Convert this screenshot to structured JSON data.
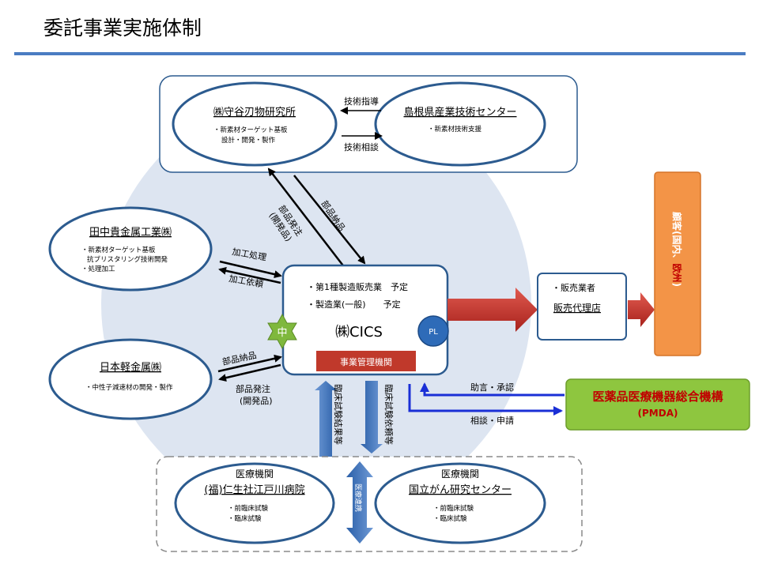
{
  "page": {
    "title": "委託事業実施体制"
  },
  "top_group": {
    "moriya": {
      "name": "㈱守谷刃物研究所",
      "lines": [
        "・新素材ターゲット基板",
        "設計・開発・製作"
      ]
    },
    "shimane": {
      "name": "島根県産業技術センター",
      "lines": [
        "・新素材技術支援"
      ]
    },
    "arrow_tech_guidance": "技術指導",
    "arrow_tech_consult": "技術相談"
  },
  "tanaka": {
    "name": "田中貴金属工業㈱",
    "lines": [
      "・新素材ターゲット基板",
      "抗ブリスタリング技術開発",
      "・処理加工"
    ]
  },
  "nikkei": {
    "name": "日本軽金属㈱",
    "lines": [
      "・中性子減速材の開発・製作"
    ]
  },
  "cics": {
    "line1": "・第1種製造販売業　予定",
    "line2": "・製造業(一般)　　予定",
    "name": "㈱CICS",
    "pl_badge": "PL",
    "center_badge": "中",
    "mgmt": "事業管理機関"
  },
  "arrows": {
    "parts_delivery_top": "部品納品",
    "parts_order_top": "部品発注",
    "parts_order_top_sub": "(開発品)",
    "processing": "加工処理",
    "processing_request": "加工依頼",
    "parts_delivery_nikkei": "部品納品",
    "parts_order_nikkei": "部品発注",
    "parts_order_nikkei_sub": "(開発品)",
    "trial_results": "臨床試験結果等",
    "trial_request": "臨床試験依頼等",
    "advice": "助言・承認",
    "consult": "相談・申請",
    "medical_coop": "医療連携"
  },
  "dealer": {
    "line1": "・販売業者",
    "name": "販売代理店"
  },
  "customer": {
    "prefix": "顧客(国内、",
    "highlight": "欧州",
    "suffix": ")"
  },
  "pmda": {
    "name": "医薬品医療機器総合機構",
    "sub": "(PMDA)"
  },
  "hospital_group": {
    "edogawa": {
      "tag": "医療機関",
      "name": "(福)仁生社江戸川病院",
      "lines": [
        "・前臨床試験",
        "・臨床試験"
      ]
    },
    "ncc": {
      "tag": "医療機関",
      "name": "国立がん研究センター",
      "lines": [
        "・前臨床試験",
        "・臨床試験"
      ]
    }
  },
  "colors": {
    "ellipse_stroke": "#2c5b8f",
    "backdrop": "#dde5f1",
    "red_arrow": "#c0302a",
    "customer_fill": "#f39447",
    "pmda_fill": "#8ec63f",
    "pmda_text": "#c00000",
    "blue_line": "#1a2fd6",
    "mgmt_fill": "#c0392b",
    "pl_fill": "#2e6bb8",
    "star_fill": "#7fb83d"
  }
}
